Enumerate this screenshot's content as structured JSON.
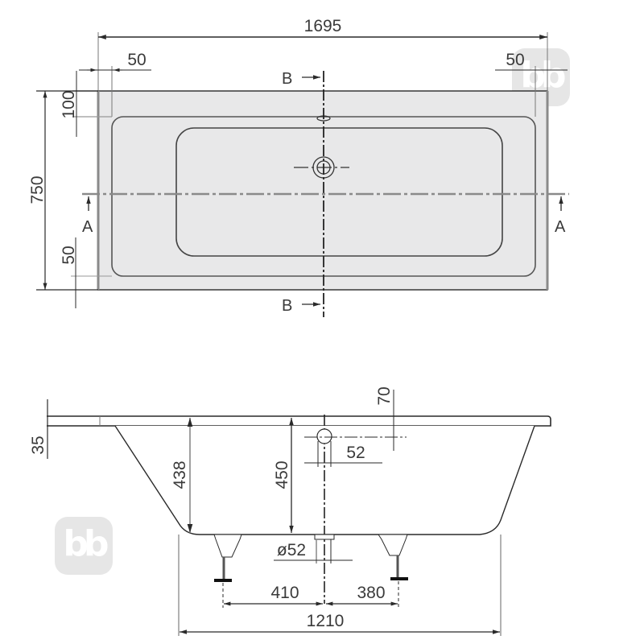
{
  "diagram": {
    "type": "technical-drawing",
    "subject": "rectangular bathtub, plan view and section view",
    "colors": {
      "line": "#2a2a2a",
      "fill": "#e8e8e9",
      "dim_line": "#555555",
      "watermark": "#e6e6e6"
    }
  },
  "plan_view": {
    "dimensions": {
      "overall_length": "1695",
      "left_rim": "50",
      "right_rim": "50",
      "top_rim": "100",
      "overall_width": "750",
      "bottom_rim": "50"
    },
    "section_markers": {
      "b_top": "B",
      "b_bottom": "B",
      "a_left": "A",
      "a_right": "A"
    }
  },
  "section_view": {
    "dimensions": {
      "rim_thickness": "35",
      "depth_left": "438",
      "depth_center": "450",
      "overflow_offset": "70",
      "overflow_diameter": "52",
      "drain_diameter": "ø52",
      "left_foot_to_drain": "410",
      "drain_to_right_foot": "380",
      "base_length": "1210"
    }
  },
  "watermarks": [
    {
      "text": "bb",
      "position": "top-right"
    },
    {
      "text": "bb",
      "position": "bottom-left"
    }
  ]
}
